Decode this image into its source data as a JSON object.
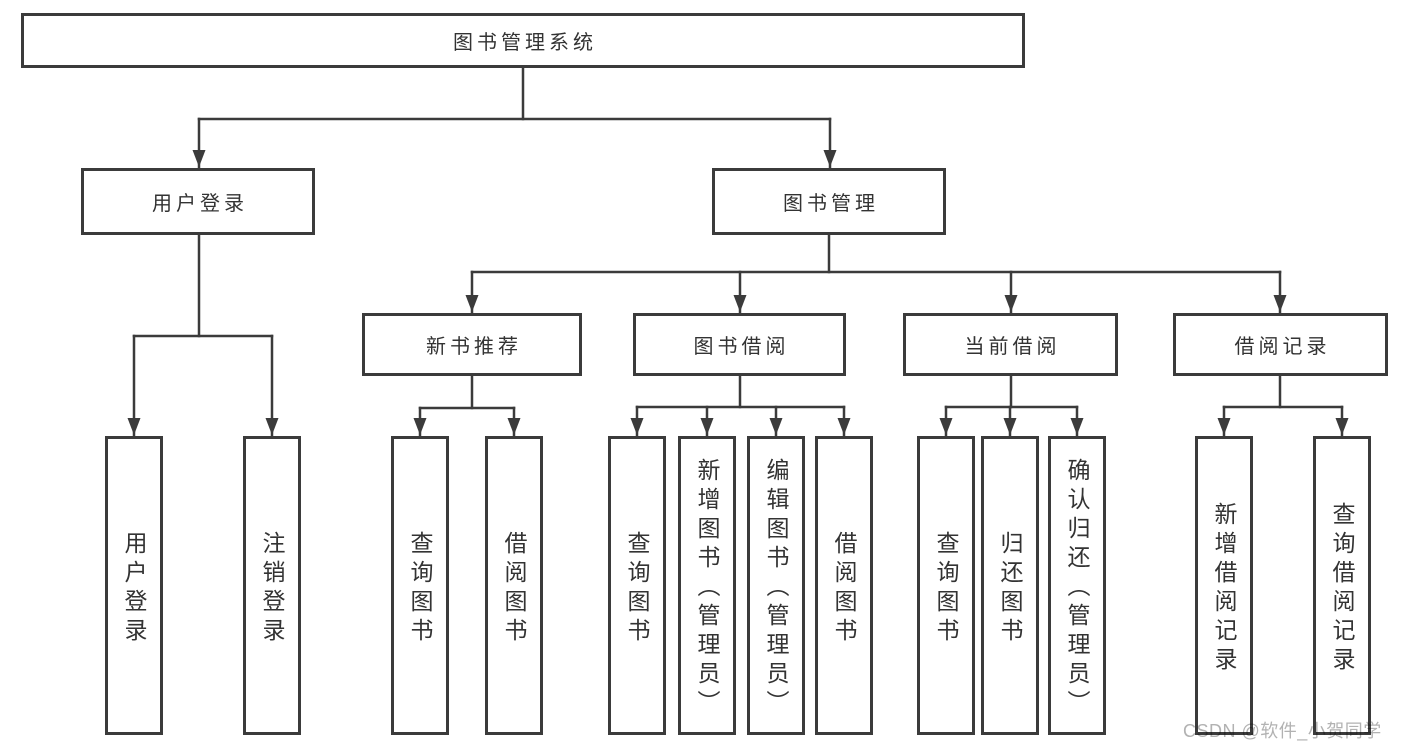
{
  "diagram": {
    "tree": {
      "label": "图书管理系统",
      "children": [
        {
          "label": "用户登录",
          "children": [
            {
              "label": "用户登录"
            },
            {
              "label": "注销登录"
            }
          ]
        },
        {
          "label": "图书管理",
          "children": [
            {
              "label": "新书推荐",
              "children": [
                {
                  "label": "查询图书"
                },
                {
                  "label": "借阅图书"
                }
              ]
            },
            {
              "label": "图书借阅",
              "children": [
                {
                  "label": "查询图书"
                },
                {
                  "label": "新增图书（管理员）"
                },
                {
                  "label": "编辑图书（管理员）"
                },
                {
                  "label": "借阅图书"
                }
              ]
            },
            {
              "label": "当前借阅",
              "children": [
                {
                  "label": "查询图书"
                },
                {
                  "label": "归还图书"
                },
                {
                  "label": "确认归还（管理员）"
                }
              ]
            },
            {
              "label": "借阅记录",
              "children": [
                {
                  "label": "新增借阅记录"
                },
                {
                  "label": "查询借阅记录"
                }
              ]
            }
          ]
        }
      ]
    },
    "colors": {
      "line": "#3b3b3b",
      "box_border": "#3b3b3b",
      "box_fill": "#ffffff",
      "text": "#333333",
      "watermark": "#b2b2b2"
    }
  },
  "watermark": {
    "text": "CSDN @软件_小贺同学"
  }
}
